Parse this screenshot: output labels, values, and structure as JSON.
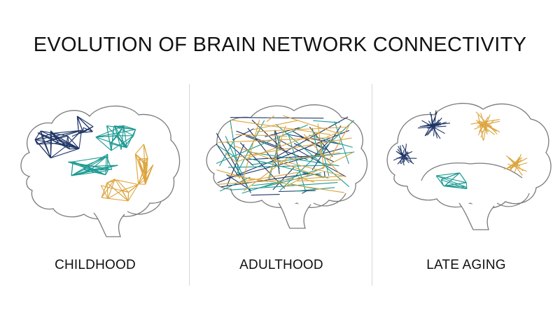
{
  "title": "EVOLUTION OF BRAIN NETWORK CONNECTIVITY",
  "colors": {
    "navy": "#1f3566",
    "teal": "#1d9a93",
    "gold": "#dca43c",
    "outline": "#7a7a7a"
  },
  "panels": [
    {
      "label": "CHILDHOOD"
    },
    {
      "label": "ADULTHOOD"
    },
    {
      "label": "LATE AGING"
    }
  ]
}
